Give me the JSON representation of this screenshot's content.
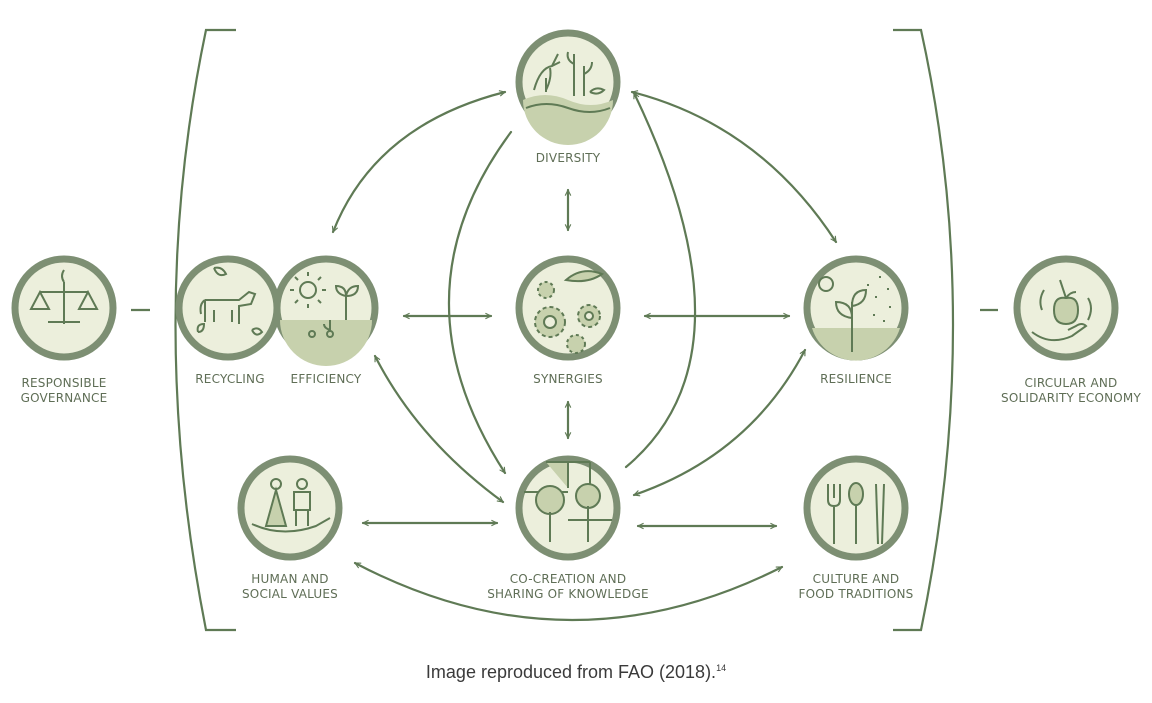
{
  "diagram": {
    "elements": {
      "responsible_governance": "RESPONSIBLE\nGOVERNANCE",
      "recycling": "RECYCLING",
      "efficiency": "EFFICIENCY",
      "diversity": "DIVERSITY",
      "synergies": "SYNERGIES",
      "resilience": "RESILIENCE",
      "circular_economy": "CIRCULAR AND\nSOLIDARITY ECONOMY",
      "human_social_values": "HUMAN AND\nSOCIAL VALUES",
      "co_creation": "CO-CREATION AND\nSHARING OF KNOWLEDGE",
      "culture_food": "CULTURE AND\nFOOD TRADITIONS"
    }
  },
  "caption": {
    "text": "Image reproduced from FAO (2018).",
    "footnote": "14"
  },
  "colors": {
    "stroke": "#5f7a55",
    "ring": "#7d8f73",
    "fill": "#ecefdc",
    "label": "#5f6e56"
  }
}
